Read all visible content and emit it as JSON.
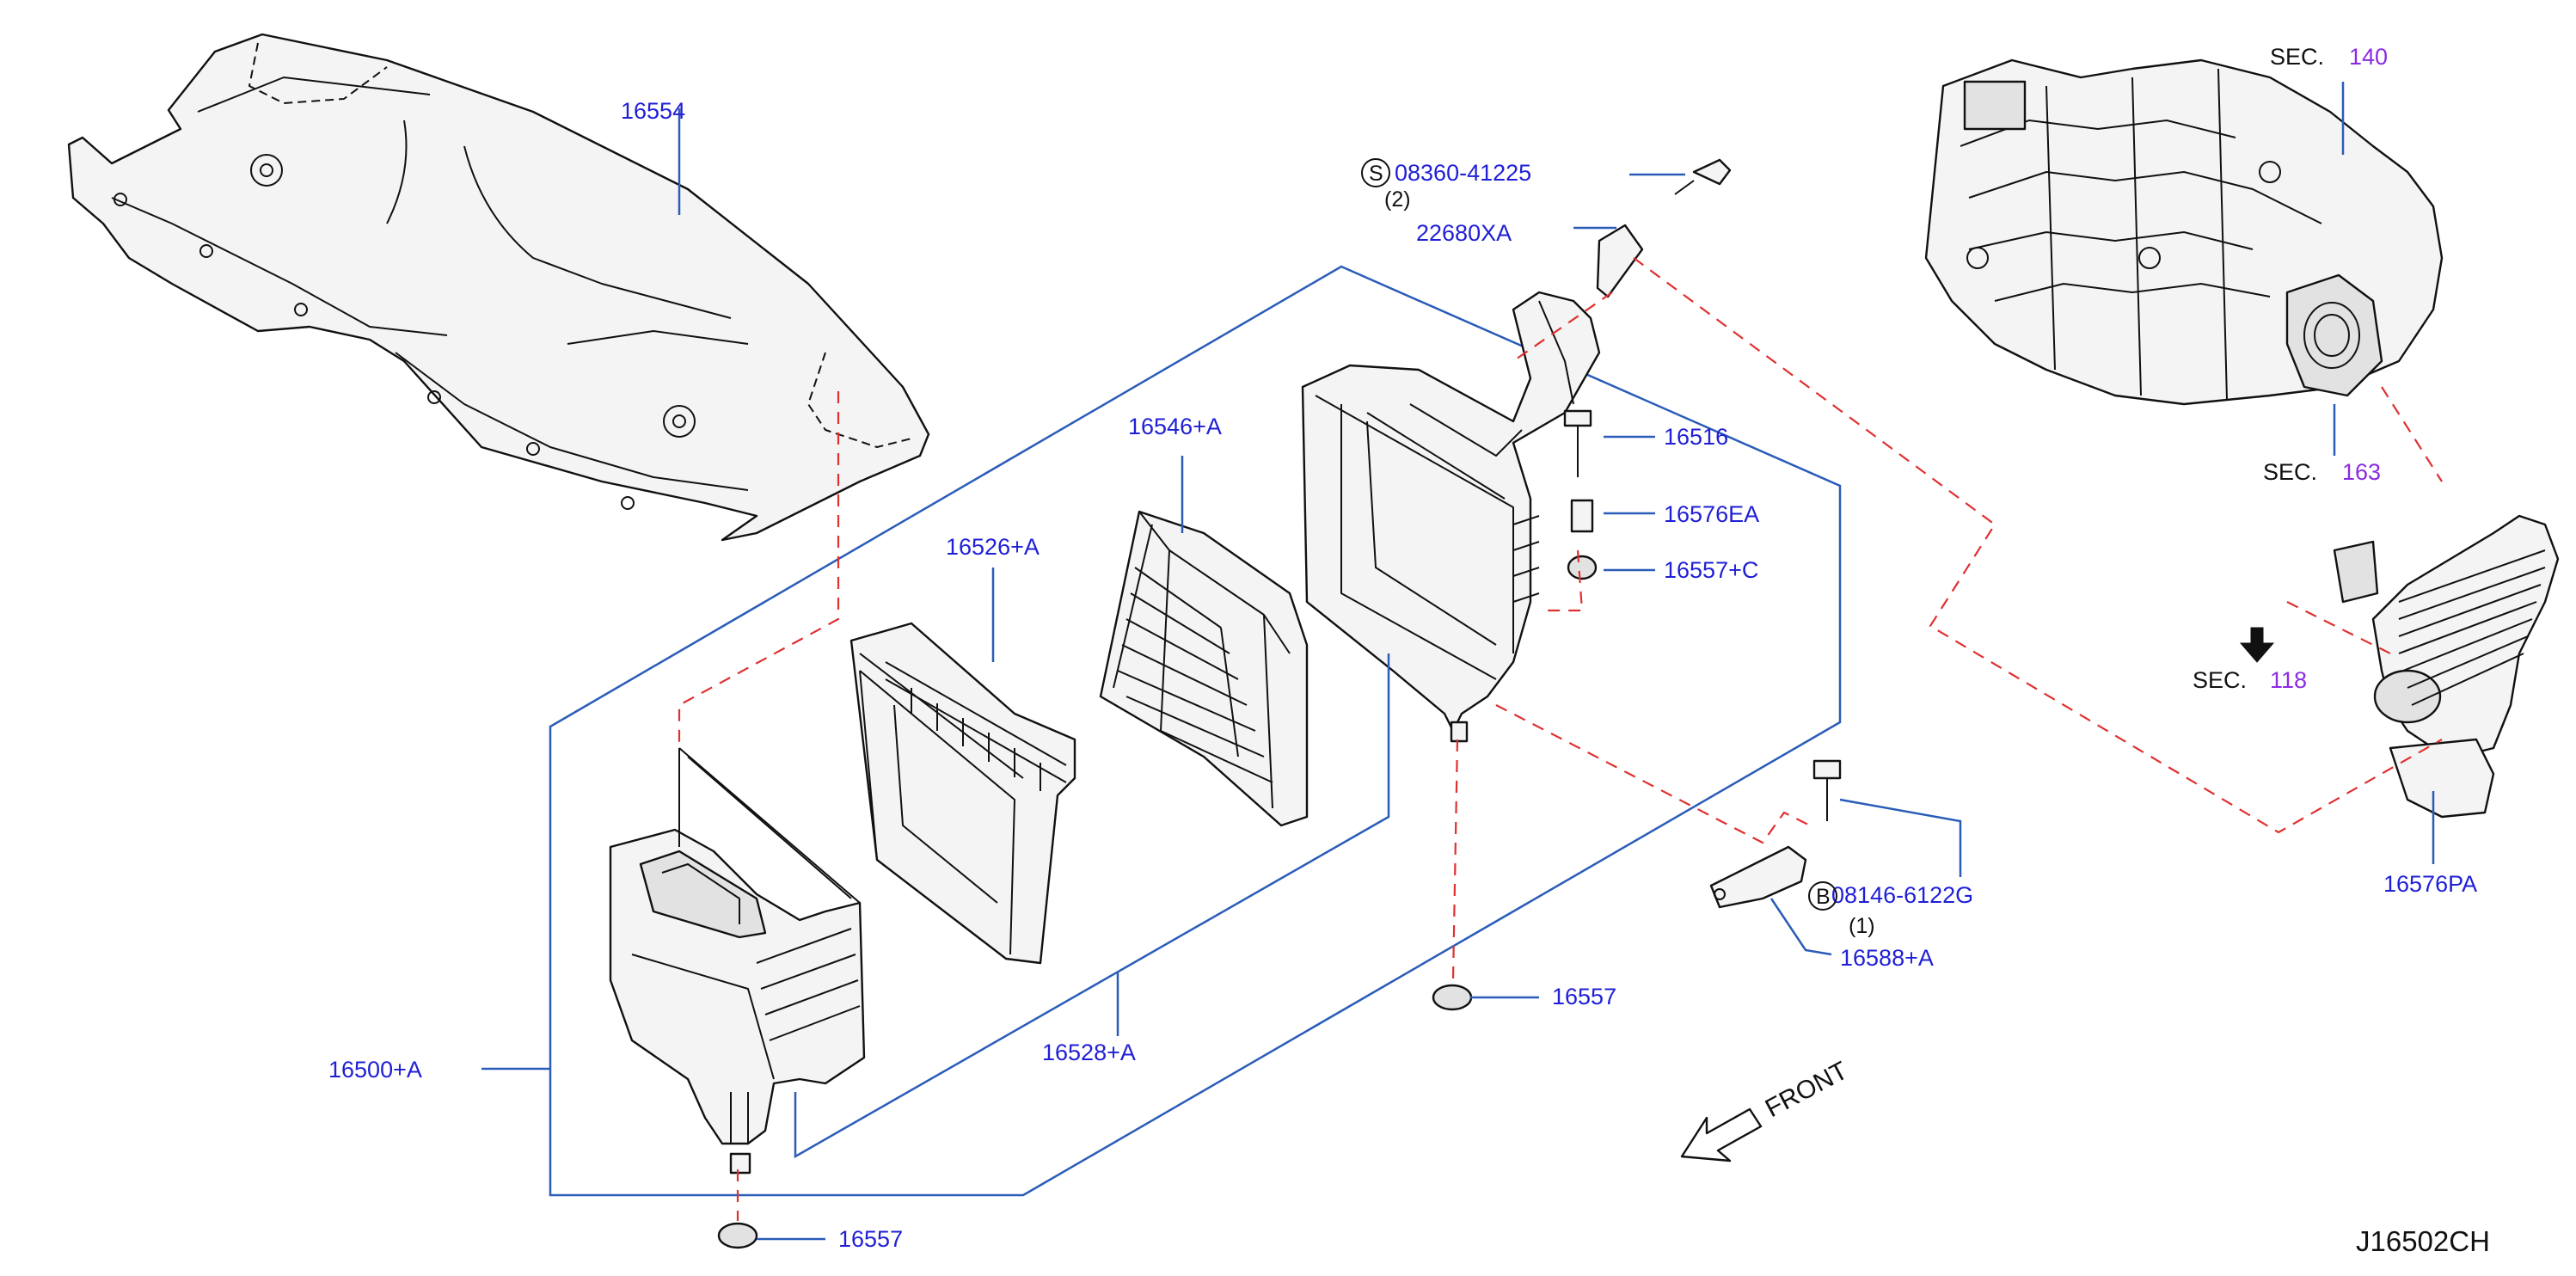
{
  "diagram": {
    "code": "J16502CH",
    "front_label": "FRONT",
    "parts": {
      "p16554": "16554",
      "p16546a": "16546+A",
      "p16526a": "16526+A",
      "p16500a": "16500+A",
      "p16528a": "16528+A",
      "p16557_bottom": "16557",
      "p16557_mid": "16557",
      "p16516": "16516",
      "p16576ea": "16576EA",
      "p16557c": "16557+C",
      "p22680xa": "22680XA",
      "p08360": "08360-41225",
      "p08146": "08146-6122G",
      "p16588a": "16588+A",
      "p16576pa": "16576PA"
    },
    "symbols": {
      "s_symbol": "S",
      "b_symbol": "B"
    },
    "quantities": {
      "q08360": "(2)",
      "q08146": "(1)"
    },
    "sections": [
      {
        "prefix": "SEC.",
        "number": "140"
      },
      {
        "prefix": "SEC.",
        "number": "163"
      },
      {
        "prefix": "SEC.",
        "number": "118"
      }
    ],
    "colors": {
      "label_blue": "#1f1fd6",
      "sec_purple": "#8a2be2",
      "leader_blue": "#2a5cb8",
      "dash_red": "#e03030"
    }
  }
}
